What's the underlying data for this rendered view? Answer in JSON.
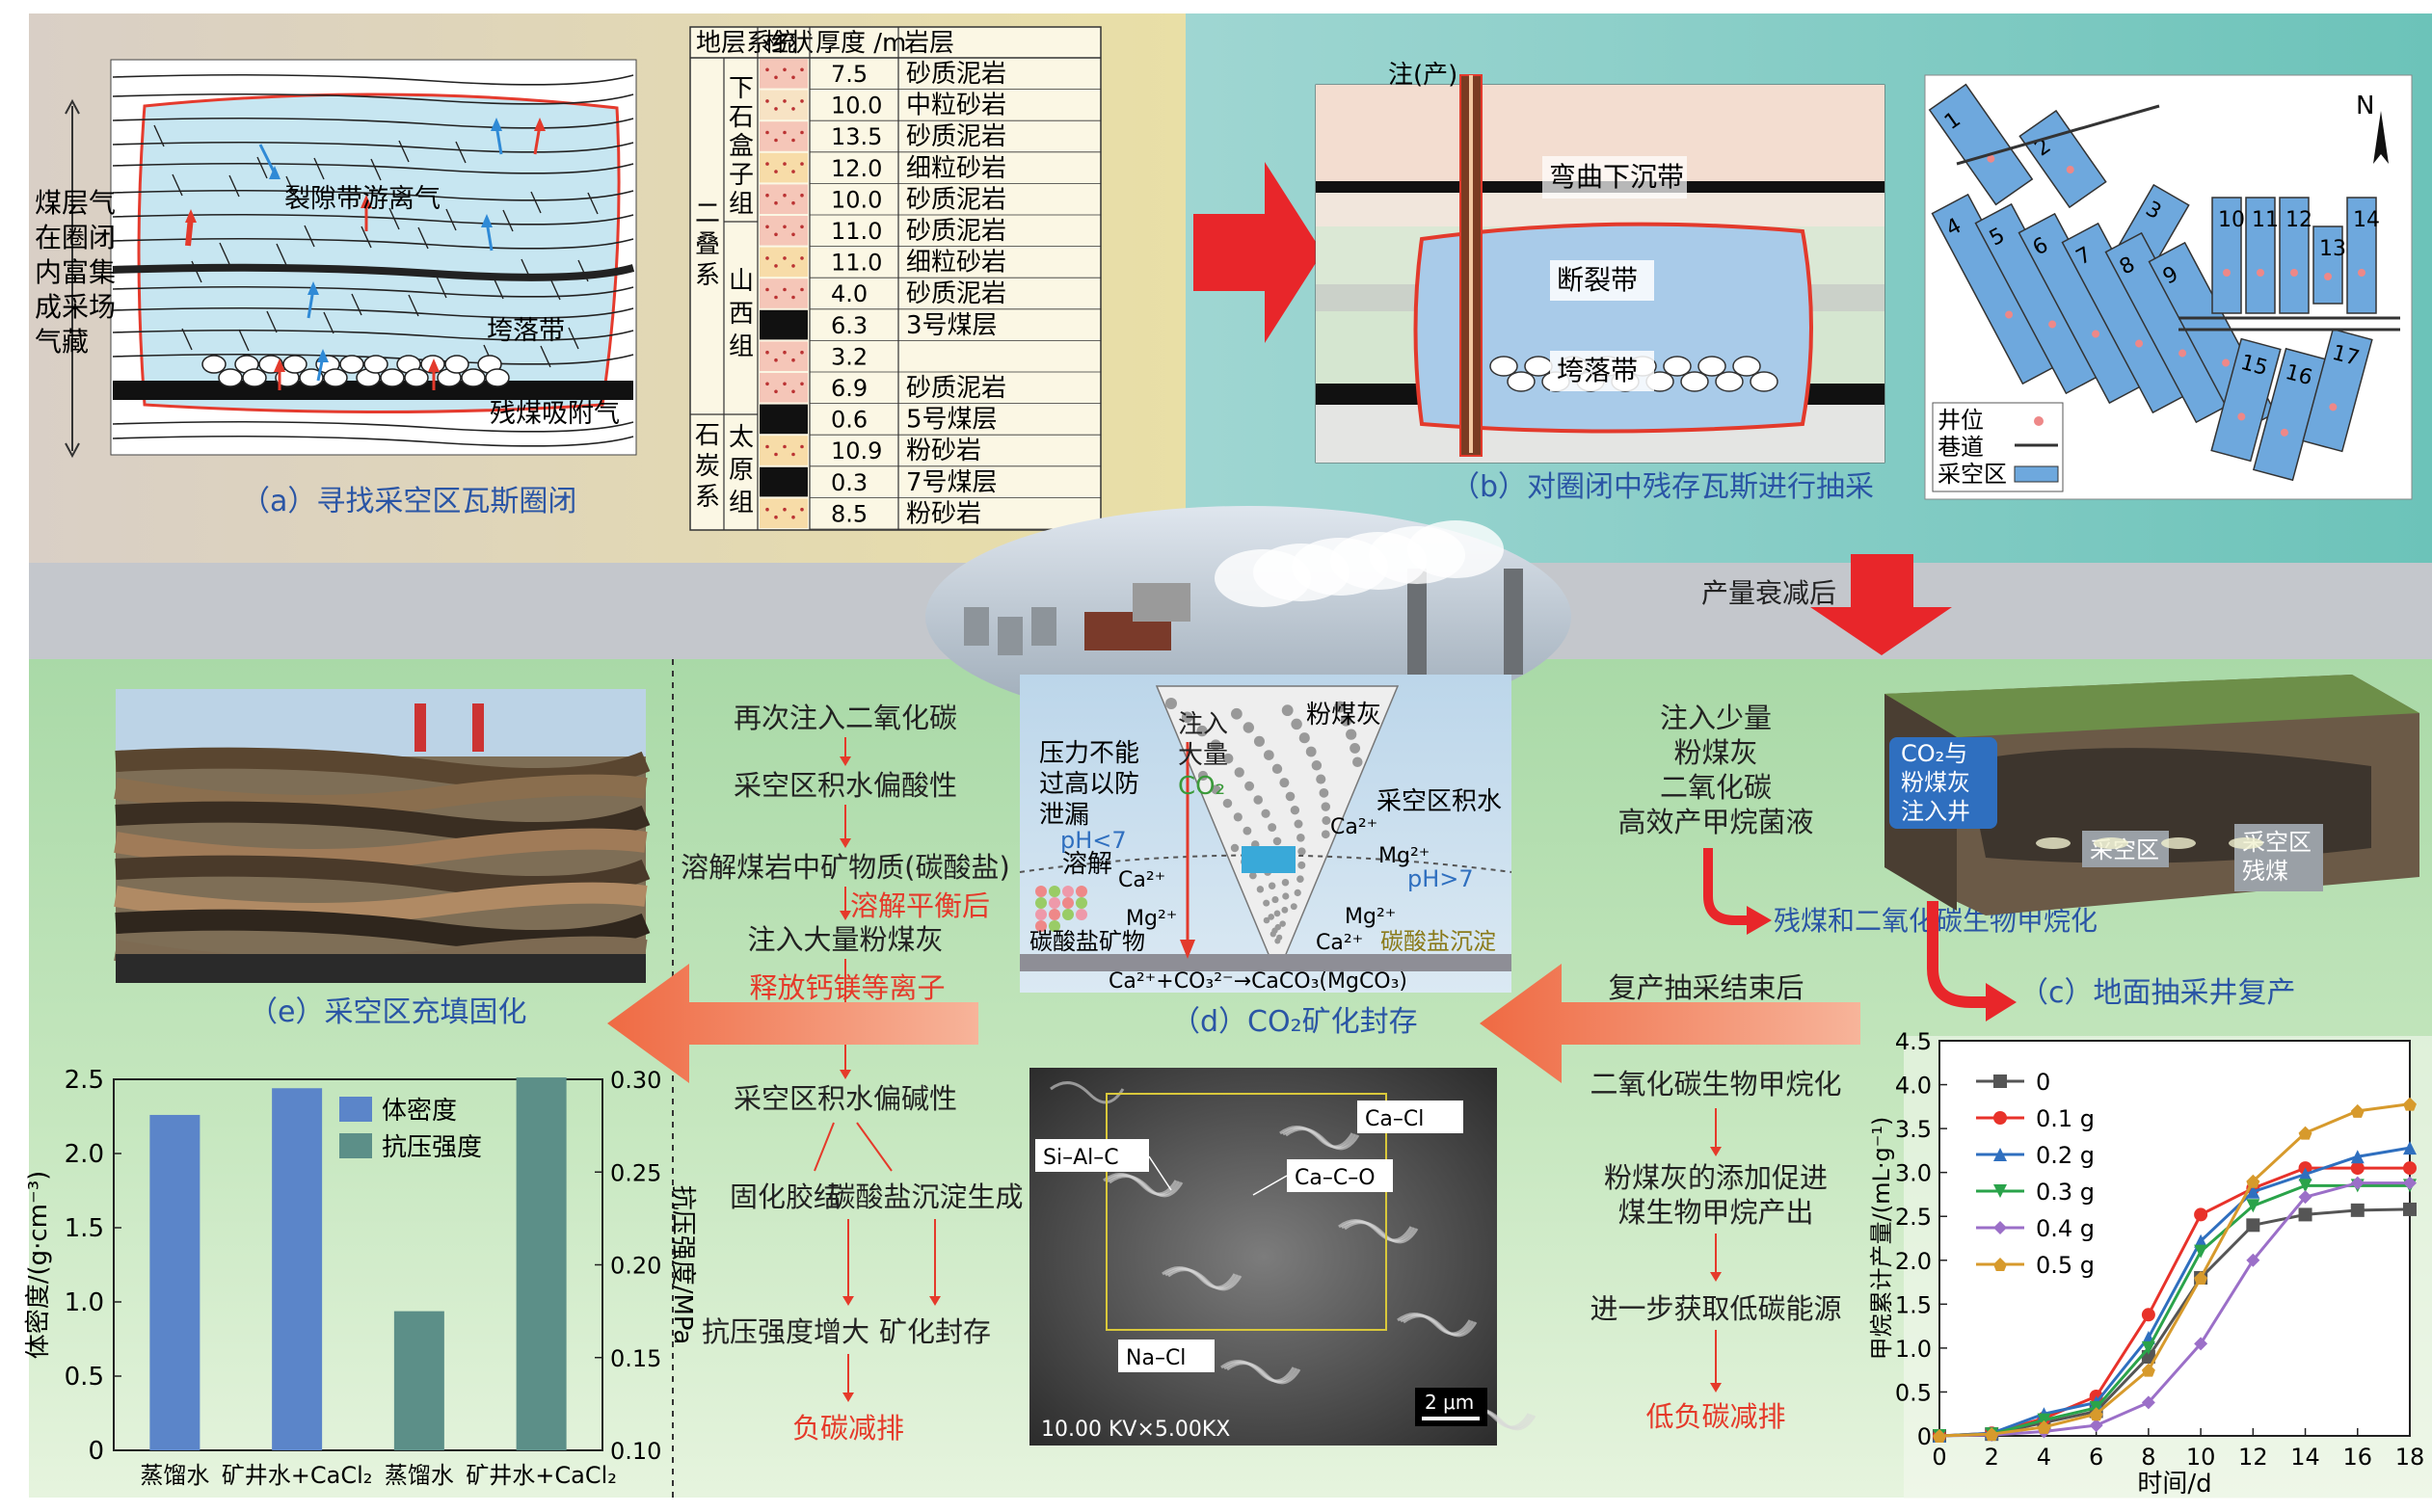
{
  "panel_a": {
    "caption": "（a）寻找采空区瓦斯圈闭",
    "side_label": [
      "煤层气",
      "在圈闭",
      "内富集",
      "成采场",
      "气藏"
    ],
    "label_crack": "裂隙带游离气",
    "label_collapse": "垮落带",
    "label_residual": "残煤吸附气"
  },
  "stratigraphy": {
    "headers": [
      "地层系统",
      "柱状",
      "厚度 /m",
      "岩层"
    ],
    "system_permian": [
      "二",
      "叠",
      "系"
    ],
    "system_carbon": [
      "石",
      "炭",
      "系"
    ],
    "group_lower": [
      "下",
      "石",
      "盒",
      "子",
      "组"
    ],
    "group_shanxi": [
      "山",
      "西",
      "组"
    ],
    "group_taiyuan": [
      "太",
      "原",
      "组"
    ],
    "rows": [
      {
        "th": "7.5",
        "rock": "砂质泥岩"
      },
      {
        "th": "10.0",
        "rock": "中粒砂岩"
      },
      {
        "th": "13.5",
        "rock": "砂质泥岩"
      },
      {
        "th": "12.0",
        "rock": "细粒砂岩"
      },
      {
        "th": "10.0",
        "rock": "砂质泥岩"
      },
      {
        "th": "11.0",
        "rock": "砂质泥岩"
      },
      {
        "th": "11.0",
        "rock": "细粒砂岩"
      },
      {
        "th": "4.0",
        "rock": "砂质泥岩"
      },
      {
        "th": "6.3",
        "rock": "3号煤层"
      },
      {
        "th": "3.2",
        "rock": ""
      },
      {
        "th": "6.9",
        "rock": "砂质泥岩"
      },
      {
        "th": "0.6",
        "rock": "5号煤层"
      },
      {
        "th": "10.9",
        "rock": "粉砂岩"
      },
      {
        "th": "0.3",
        "rock": "7号煤层"
      },
      {
        "th": "8.5",
        "rock": "粉砂岩"
      }
    ]
  },
  "panel_b": {
    "caption": "（b）对圈闭中残存瓦斯进行抽采",
    "well_label": "注(产)",
    "zone_bend": "弯曲下沉带",
    "zone_fracture": "断裂带",
    "zone_collapse": "垮落带",
    "map_north": "N",
    "map_numbers": [
      "1",
      "2",
      "3",
      "4",
      "5",
      "6",
      "7",
      "8",
      "9",
      "10",
      "11",
      "12",
      "13",
      "14",
      "15",
      "16",
      "17"
    ],
    "legend_well": "井位",
    "legend_road": "巷道",
    "legend_goaf": "采空区"
  },
  "arrow_label_decline": "产量衰减后",
  "panel_c": {
    "caption": "（c）地面抽采井复产",
    "label_well": [
      "CO₂与",
      "粉煤灰",
      "注入井"
    ],
    "label_goaf": "采空区",
    "label_residual": [
      "采空区",
      "残煤"
    ]
  },
  "right_flow": {
    "inject_lines": [
      "注入少量",
      "粉煤灰",
      "二氧化碳",
      "高效产甲烷菌液"
    ],
    "biomethane": "残煤和二氧化碳生物甲烷化",
    "after": "复产抽采结束后",
    "steps": [
      "二氧化碳生物甲烷化",
      "粉煤灰的添加促进",
      "煤生物甲烷产出",
      "进一步获取低碳能源",
      "低负碳减排"
    ]
  },
  "panel_d": {
    "caption": "（d）CO₂矿化封存",
    "inject_big": [
      "注入",
      "大量",
      "CO₂"
    ],
    "flyash": "粉煤灰",
    "pressure": [
      "压力不能",
      "过高以防",
      "泄漏"
    ],
    "goaf_water": "采空区积水",
    "ph_low": "pH<7",
    "ph_high": "pH>7",
    "dissolve": "溶解",
    "carbonate_mineral": "碳酸盐矿物",
    "carbonate_precip": "碳酸盐沉淀",
    "ion_ca": "Ca²⁺",
    "ion_mg": "Mg²⁺",
    "equation": "Ca²⁺+CO₃²⁻→CaCO₃(MgCO₃)"
  },
  "left_flow": {
    "steps": [
      "再次注入二氧化碳",
      "采空区积水偏酸性",
      "溶解煤岩中矿物质(碳酸盐)",
      "注入大量粉煤灰",
      "采空区积水偏碱性"
    ],
    "red_1": "溶解平衡后",
    "red_2": "释放钙镁等离子",
    "branch_l": "固化胶结",
    "branch_r": "碳酸盐沉淀生成",
    "result_l": "抗压强度增大",
    "result_r": "矿化封存",
    "final": "负碳减排"
  },
  "panel_e": {
    "caption": "（e）采空区充填固化"
  },
  "sem": {
    "labels": [
      "Ca–Cl",
      "Si–Al–C",
      "Ca–C–O",
      "Na–Cl"
    ],
    "scale": "2 μm",
    "footer": "10.00 KV×5.00KX"
  },
  "chart_data": [
    {
      "type": "bar",
      "categories": [
        "蒸馏水",
        "矿井水+CaCl₂",
        "蒸馏水",
        "矿井水+CaCl₂"
      ],
      "series": [
        {
          "name": "体密度",
          "axis": "left",
          "values": [
            2.26,
            2.44,
            null,
            null
          ],
          "color": "#5b85c9"
        },
        {
          "name": "抗压强度",
          "axis": "right",
          "values": [
            null,
            null,
            0.175,
            0.301
          ],
          "color": "#5c8f88"
        }
      ],
      "ylabel": "体密度/(g·cm⁻³)",
      "ylabel_right": "抗压强度/MPa",
      "ylim": [
        0,
        2.5
      ],
      "ylim_right": [
        0.1,
        0.3
      ],
      "yticks": [
        "0",
        "0.5",
        "1.0",
        "1.5",
        "2.0",
        "2.5"
      ],
      "yticks_right": [
        "0.10",
        "0.15",
        "0.20",
        "0.25",
        "0.30"
      ],
      "legend": "top"
    },
    {
      "type": "line",
      "x": [
        0,
        2,
        4,
        6,
        8,
        10,
        12,
        14,
        16,
        18
      ],
      "xticks": [
        "0",
        "2",
        "4",
        "6",
        "8",
        "10",
        "12",
        "14",
        "16",
        "18"
      ],
      "yticks": [
        "0",
        "0.5",
        "1.0",
        "1.5",
        "2.0",
        "2.5",
        "3.0",
        "3.5",
        "4.0",
        "4.5"
      ],
      "series": [
        {
          "name": "0",
          "color": "#555555",
          "marker": "square",
          "values": [
            0,
            0.02,
            0.15,
            0.28,
            0.9,
            1.8,
            2.4,
            2.52,
            2.57,
            2.58
          ]
        },
        {
          "name": "0.1 g",
          "color": "#e8322a",
          "marker": "circle",
          "values": [
            0,
            0.03,
            0.2,
            0.45,
            1.38,
            2.52,
            2.82,
            3.05,
            3.05,
            3.05
          ]
        },
        {
          "name": "0.2 g",
          "color": "#2f6fbf",
          "marker": "triangle",
          "values": [
            0,
            0.03,
            0.25,
            0.38,
            1.12,
            2.22,
            2.78,
            2.98,
            3.18,
            3.28
          ]
        },
        {
          "name": "0.3 g",
          "color": "#2aa34a",
          "marker": "triangle-down",
          "values": [
            0,
            0.02,
            0.18,
            0.32,
            1.0,
            2.1,
            2.62,
            2.85,
            2.85,
            2.85
          ]
        },
        {
          "name": "0.4 g",
          "color": "#9b6fc8",
          "marker": "diamond",
          "values": [
            0,
            0.01,
            0.05,
            0.12,
            0.38,
            1.05,
            2.0,
            2.72,
            2.88,
            2.88
          ]
        },
        {
          "name": "0.5 g",
          "color": "#d79a2c",
          "marker": "pentagon",
          "values": [
            0,
            0.02,
            0.1,
            0.25,
            0.75,
            1.8,
            2.9,
            3.45,
            3.7,
            3.78
          ]
        }
      ],
      "xlabel": "时间/d",
      "ylabel": "甲烷累计产量/(mL·g⁻¹)",
      "xlim": [
        0,
        18
      ],
      "ylim": [
        0,
        4.5
      ],
      "legend": "top-left"
    }
  ]
}
